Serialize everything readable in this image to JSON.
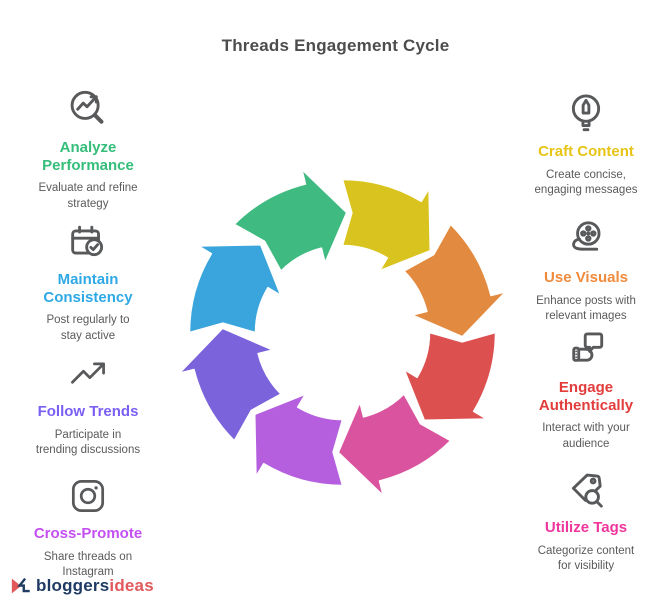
{
  "title": "Threads Engagement Cycle",
  "left_items": [
    {
      "icon": "analyze-magnifier-trend-icon",
      "title": "Analyze\nPerformance",
      "color": "#35bd7a",
      "description": "Evaluate and refine\nstrategy"
    },
    {
      "icon": "calendar-check-icon",
      "title": "Maintain\nConsistency",
      "color": "#2fa9e6",
      "description": "Post regularly to\nstay active"
    },
    {
      "icon": "trend-arrow-icon",
      "title": "Follow Trends",
      "color": "#7b5ff2",
      "description": "Participate in\ntrending discussions"
    },
    {
      "icon": "instagram-icon",
      "title": "Cross-Promote",
      "color": "#c44ff2",
      "description": "Share threads on\nInstagram"
    }
  ],
  "right_items": [
    {
      "icon": "bulb-pencil-icon",
      "title": "Craft Content",
      "color": "#e7c415",
      "description": "Create concise,\nengaging messages"
    },
    {
      "icon": "film-reel-icon",
      "title": "Use Visuals",
      "color": "#f08a3c",
      "description": "Enhance posts with\nrelevant images"
    },
    {
      "icon": "hand-speech-icon",
      "title": "Engage\nAuthentically",
      "color": "#e23c3c",
      "description": "Interact with your\naudience"
    },
    {
      "icon": "tag-search-icon",
      "title": "Utilize Tags",
      "color": "#f0359c",
      "description": "Categorize content\nfor visibility"
    }
  ],
  "cycle": {
    "direction": "clockwise",
    "segments": [
      {
        "name": "craft-content",
        "color": "#d9c31e"
      },
      {
        "name": "use-visuals",
        "color": "#e28b40"
      },
      {
        "name": "engage-authentically",
        "color": "#dd5050"
      },
      {
        "name": "utilize-tags",
        "color": "#d9539e"
      },
      {
        "name": "cross-promote",
        "color": "#b55fdf"
      },
      {
        "name": "follow-trends",
        "color": "#7a63db"
      },
      {
        "name": "maintain-consistency",
        "color": "#39a5dc"
      },
      {
        "name": "analyze-performance",
        "color": "#3fba80"
      }
    ]
  },
  "logo": {
    "word1": "bloggers",
    "word1_color": "#1f3a63",
    "word2": "ideas",
    "word2_color": "#e2595c"
  }
}
